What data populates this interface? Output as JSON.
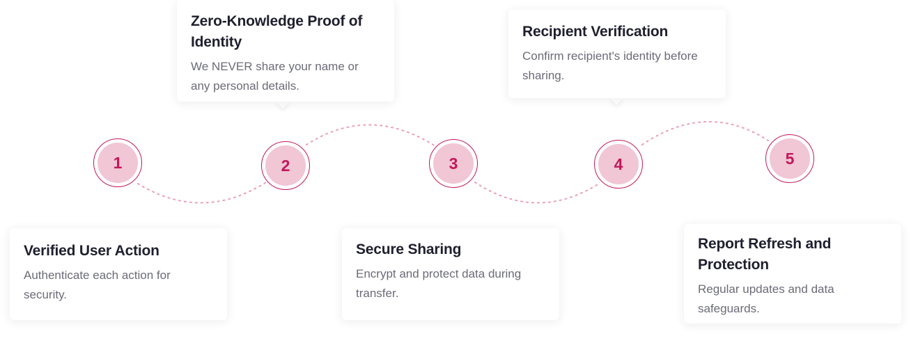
{
  "steps": [
    {
      "number": "1",
      "title": "Verified User Action",
      "desc": "Authenticate each action for security."
    },
    {
      "number": "2",
      "title": "Zero-Knowledge Proof of Identity",
      "desc": "We NEVER share your name or any personal details."
    },
    {
      "number": "3",
      "title": "Secure Sharing",
      "desc": "Encrypt and protect data during transfer."
    },
    {
      "number": "4",
      "title": "Recipient Verification",
      "desc": "Confirm recipient's identity before sharing."
    },
    {
      "number": "5",
      "title": "Report Refresh and Protection",
      "desc": "Regular updates and data safeguards."
    }
  ],
  "colors": {
    "accent": "#c2185b",
    "node_fill": "#f1c6d5",
    "connector": "#ec9bb6",
    "title": "#1f1f2e",
    "text": "#6b6b78"
  }
}
